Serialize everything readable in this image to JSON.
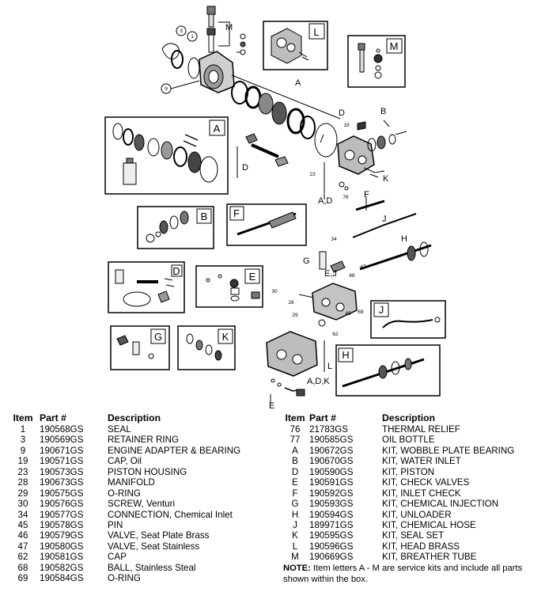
{
  "headers": {
    "item": "Item",
    "part": "Part #",
    "description": "Description"
  },
  "left_rows": [
    {
      "item": "1",
      "part": "190568GS",
      "desc": "SEAL"
    },
    {
      "item": "3",
      "part": "190569GS",
      "desc": "RETAINER RING"
    },
    {
      "item": "9",
      "part": "190671GS",
      "desc": "ENGINE ADAPTER & BEARING"
    },
    {
      "item": "19",
      "part": "190571GS",
      "desc": "CAP, Oil"
    },
    {
      "item": "23",
      "part": "190573GS",
      "desc": "PISTON HOUSING"
    },
    {
      "item": "28",
      "part": "190673GS",
      "desc": "MANIFOLD"
    },
    {
      "item": "29",
      "part": "190575GS",
      "desc": "O-RING"
    },
    {
      "item": "30",
      "part": "190576GS",
      "desc": "SCREW, Venturi"
    },
    {
      "item": "34",
      "part": "190577GS",
      "desc": "CONNECTION, Chemical Inlet"
    },
    {
      "item": "45",
      "part": "190578GS",
      "desc": "PIN"
    },
    {
      "item": "46",
      "part": "190579GS",
      "desc": "VALVE, Seat Plate Brass"
    },
    {
      "item": "47",
      "part": "190580GS",
      "desc": "VALVE, Seat Stainless"
    },
    {
      "item": "62",
      "part": "190581GS",
      "desc": "CAP"
    },
    {
      "item": "68",
      "part": "190582GS",
      "desc": "BALL, Stainless Steal"
    },
    {
      "item": "69",
      "part": "190584GS",
      "desc": "O-RING"
    }
  ],
  "right_rows": [
    {
      "item": "76",
      "part": "21783GS",
      "desc": "THERMAL RELIEF"
    },
    {
      "item": "77",
      "part": "190585GS",
      "desc": "OIL BOTTLE"
    },
    {
      "item": "A",
      "part": "190672GS",
      "desc": "KIT, WOBBLE PLATE BEARING"
    },
    {
      "item": "B",
      "part": "190670GS",
      "desc": "KIT, WATER INLET"
    },
    {
      "item": "D",
      "part": "190590GS",
      "desc": "KIT, PISTON"
    },
    {
      "item": "E",
      "part": "190591GS",
      "desc": "KIT, CHECK VALVES"
    },
    {
      "item": "F",
      "part": "190592GS",
      "desc": "KIT, INLET CHECK"
    },
    {
      "item": "G",
      "part": "190593GS",
      "desc": "KIT, CHEMICAL INJECTION"
    },
    {
      "item": "H",
      "part": "190594GS",
      "desc": "KIT, UNLOADER"
    },
    {
      "item": "J",
      "part": "189971GS",
      "desc": "KIT, CHEMICAL HOSE"
    },
    {
      "item": "K",
      "part": "190595GS",
      "desc": "KIT, SEAL SET"
    },
    {
      "item": "L",
      "part": "190596GS",
      "desc": "KIT, HEAD BRASS"
    },
    {
      "item": "M",
      "part": "190669GS",
      "desc": "KIT, BREATHER TUBE"
    }
  ],
  "note": {
    "label": "NOTE:",
    "text": " Item letters A - M are service kits and include all parts shown within the box."
  },
  "diagram": {
    "box_labels": {
      "L": "L",
      "M": "M",
      "A": "A",
      "B": "B",
      "F": "F",
      "D": "D",
      "E": "E",
      "G": "G",
      "K": "K",
      "J": "J",
      "H": "H"
    },
    "leader_labels": {
      "M": "M",
      "A": "A",
      "D": "D",
      "B": "B",
      "D2": "D",
      "AD": "A,D",
      "K": "K",
      "F": "F",
      "J": "J",
      "H": "H",
      "G": "G",
      "EJ": "E,J",
      "L": "L",
      "ADK": "A,D,K",
      "E": "E"
    },
    "callouts": {
      "c3": "3",
      "c1": "1",
      "c9": "9",
      "c19": "19",
      "c23": "23",
      "c76": "76",
      "c34": "34",
      "c68": "68",
      "c47": "47",
      "c30": "30",
      "c28": "28",
      "c29": "29",
      "c45": "45",
      "c69": "69",
      "c62": "62"
    }
  }
}
